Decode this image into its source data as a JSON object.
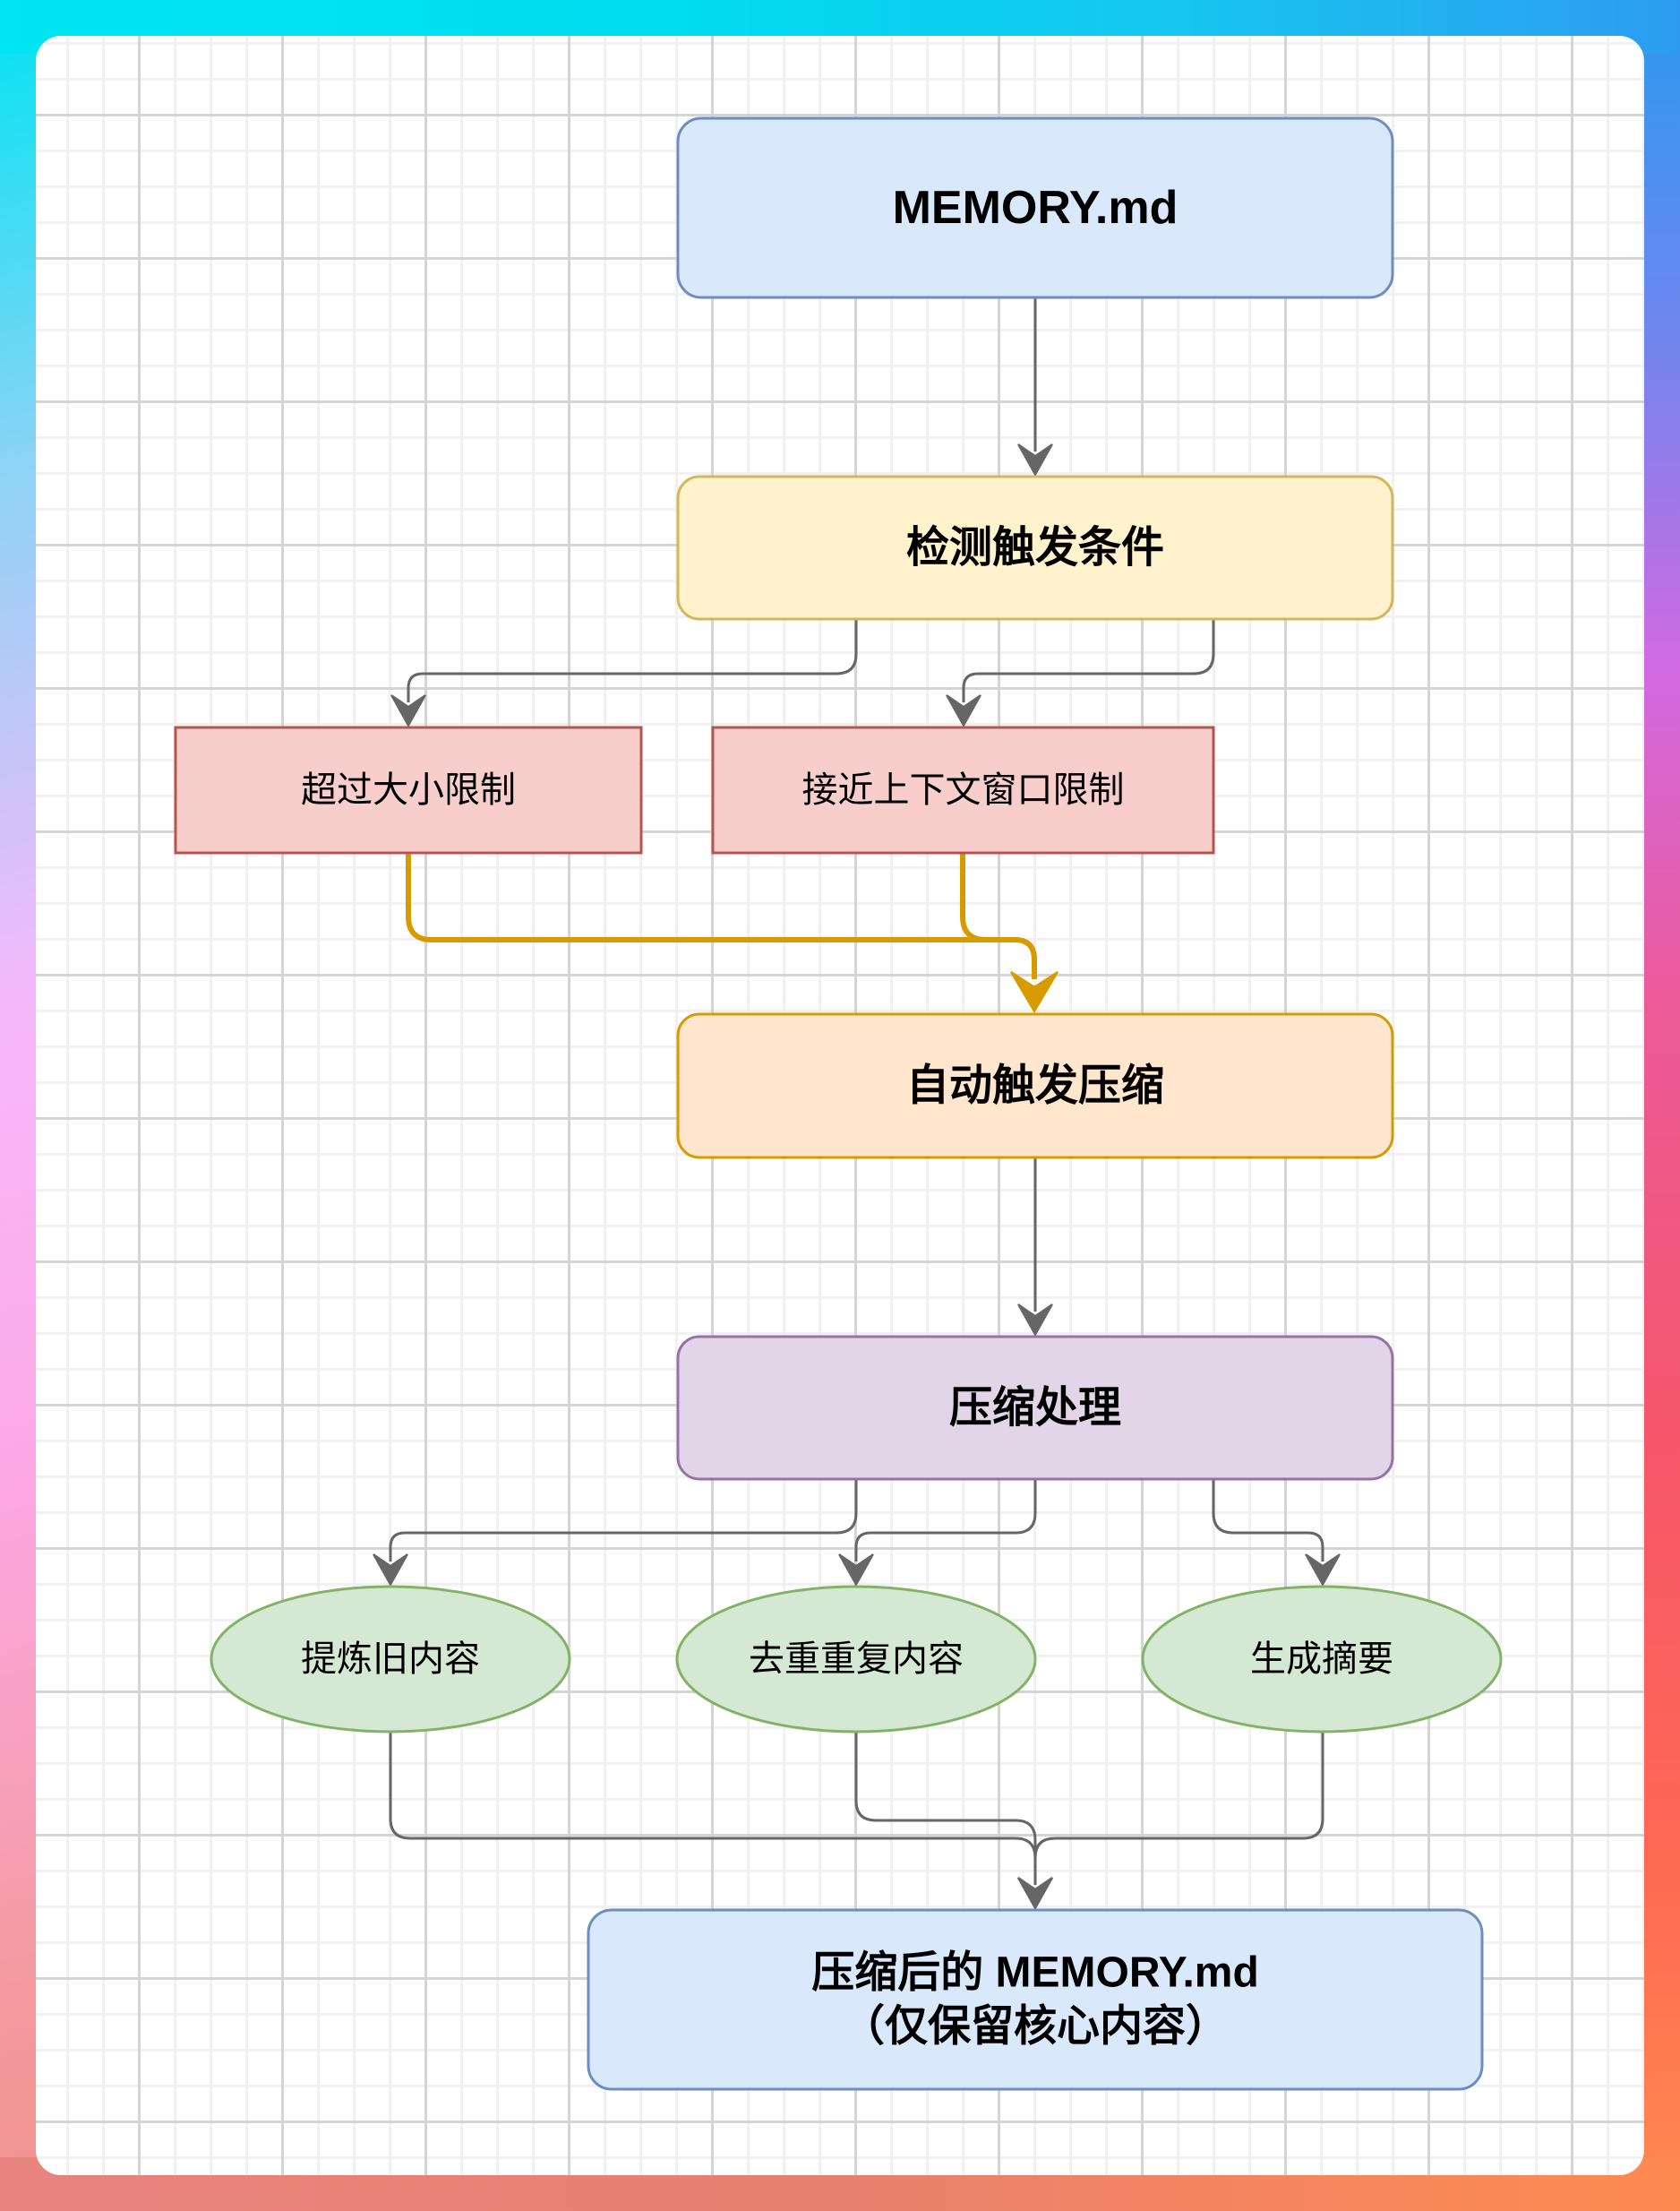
{
  "diagram": {
    "nodes": [
      {
        "id": "memory",
        "label": "MEMORY.md",
        "shape": "rounded-rect",
        "fill": "#dae8fc",
        "stroke": "#6c8ebf",
        "bold": true
      },
      {
        "id": "detect",
        "label": "检测触发条件",
        "shape": "rounded-rect",
        "fill": "#fff2cc",
        "stroke": "#d6b656",
        "bold": true
      },
      {
        "id": "size-limit",
        "label": "超过大小限制",
        "shape": "rect",
        "fill": "#f8cecc",
        "stroke": "#b85450",
        "bold": false
      },
      {
        "id": "context-limit",
        "label": "接近上下文窗口限制",
        "shape": "rect",
        "fill": "#f8cecc",
        "stroke": "#b85450",
        "bold": false
      },
      {
        "id": "auto-compress",
        "label": "自动触发压缩",
        "shape": "rounded-rect",
        "fill": "#ffe6cc",
        "stroke": "#d79b00",
        "bold": true
      },
      {
        "id": "compress-process",
        "label": "压缩处理",
        "shape": "rounded-rect",
        "fill": "#e1d5e7",
        "stroke": "#9673a6",
        "bold": true
      },
      {
        "id": "refine-old",
        "label": "提炼旧内容",
        "shape": "ellipse",
        "fill": "#d5e8d4",
        "stroke": "#82b366",
        "bold": false
      },
      {
        "id": "dedupe",
        "label": "去重重复内容",
        "shape": "ellipse",
        "fill": "#d5e8d4",
        "stroke": "#82b366",
        "bold": false
      },
      {
        "id": "summarize",
        "label": "生成摘要",
        "shape": "ellipse",
        "fill": "#d5e8d4",
        "stroke": "#82b366",
        "bold": false
      },
      {
        "id": "result",
        "label": "压缩后的 MEMORY.md",
        "label_line2": "（仅保留核心内容）",
        "shape": "rounded-rect",
        "fill": "#dae8fc",
        "stroke": "#6c8ebf",
        "bold": true
      }
    ],
    "edges": [
      {
        "from": "memory",
        "to": "detect",
        "color": "#666666",
        "style": "normal"
      },
      {
        "from": "detect",
        "to": "size-limit",
        "color": "#666666",
        "style": "normal"
      },
      {
        "from": "detect",
        "to": "context-limit",
        "color": "#666666",
        "style": "normal"
      },
      {
        "from": "size-limit",
        "to": "auto-compress",
        "color": "#d79b00",
        "style": "thick"
      },
      {
        "from": "context-limit",
        "to": "auto-compress",
        "color": "#d79b00",
        "style": "thick"
      },
      {
        "from": "auto-compress",
        "to": "compress-process",
        "color": "#666666",
        "style": "normal"
      },
      {
        "from": "compress-process",
        "to": "refine-old",
        "color": "#666666",
        "style": "normal"
      },
      {
        "from": "compress-process",
        "to": "dedupe",
        "color": "#666666",
        "style": "normal"
      },
      {
        "from": "compress-process",
        "to": "summarize",
        "color": "#666666",
        "style": "normal"
      },
      {
        "from": "refine-old",
        "to": "result",
        "color": "#666666",
        "style": "normal"
      },
      {
        "from": "dedupe",
        "to": "result",
        "color": "#666666",
        "style": "normal"
      },
      {
        "from": "summarize",
        "to": "result",
        "color": "#666666",
        "style": "normal"
      }
    ]
  }
}
